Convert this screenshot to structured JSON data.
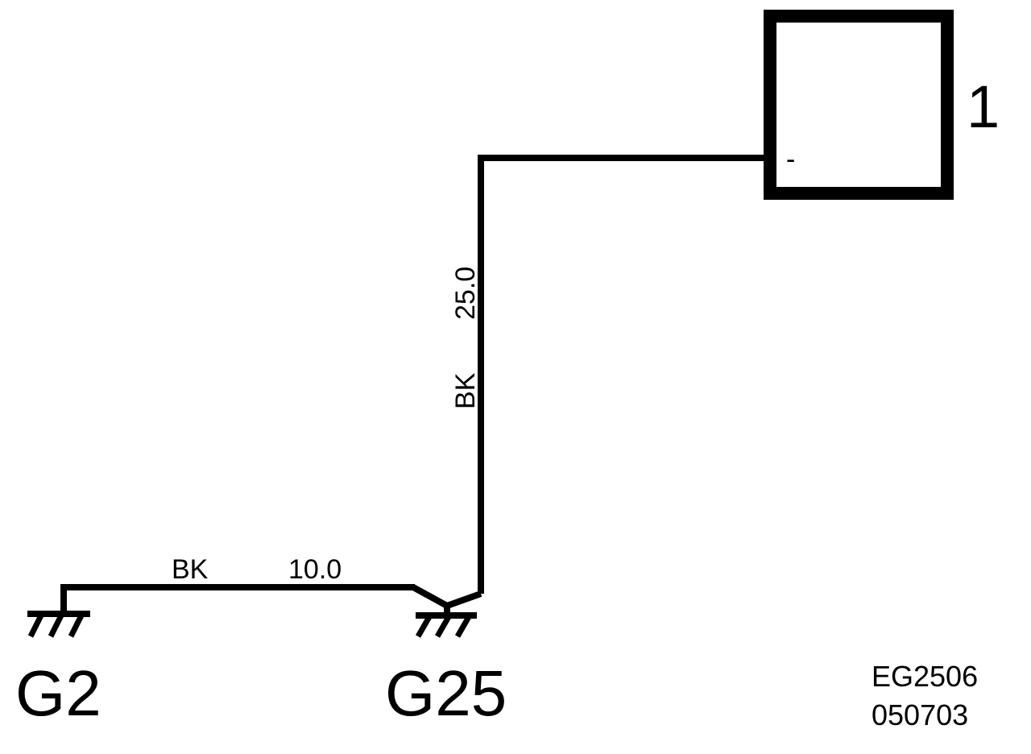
{
  "component": {
    "number": "1",
    "terminal": "-"
  },
  "wires": [
    {
      "color": "BK",
      "size": "25.0"
    },
    {
      "color": "BK",
      "size": "10.0"
    }
  ],
  "grounds": [
    {
      "id": "G2"
    },
    {
      "id": "G25"
    }
  ],
  "figure_code": {
    "code": "EG2506",
    "date": "050703"
  }
}
